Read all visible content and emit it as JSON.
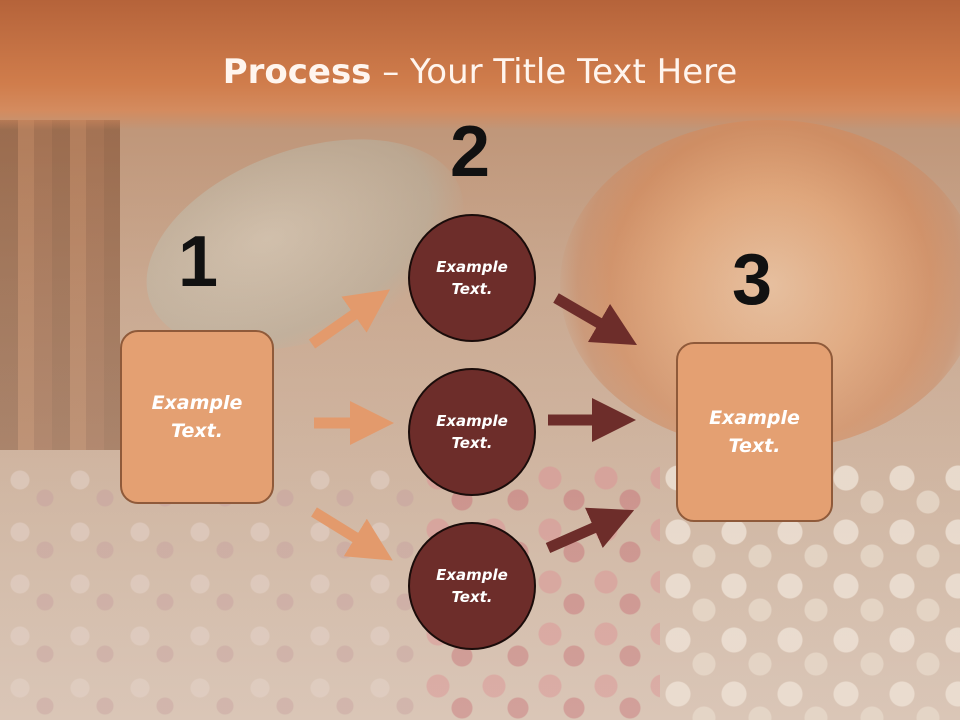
{
  "title": {
    "strong": "Process",
    "rest": " – Your Title Text Here"
  },
  "steps": {
    "one": "1",
    "two": "2",
    "three": "3"
  },
  "left_box": {
    "line1": "Example",
    "line2": "Text."
  },
  "right_box": {
    "line1": "Example",
    "line2": "Text."
  },
  "circles": [
    {
      "line1": "Example",
      "line2": "Text."
    },
    {
      "line1": "Example",
      "line2": "Text."
    },
    {
      "line1": "Example",
      "line2": "Text."
    }
  ],
  "colors": {
    "title_band": "#d07d4c",
    "box_fill": "#e4a072",
    "circle_fill": "#6d2d2a",
    "arrow_in": "#e39a6c",
    "arrow_out": "#6d2d2a"
  }
}
